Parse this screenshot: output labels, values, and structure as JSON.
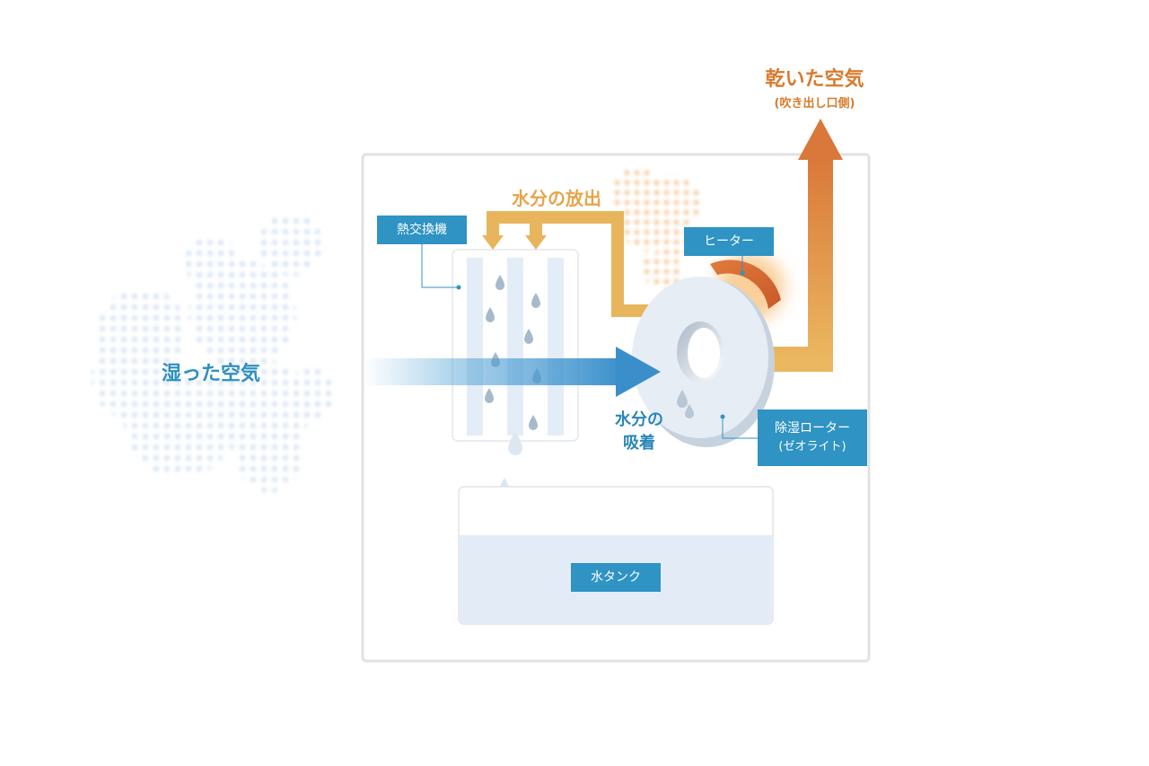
{
  "labels": {
    "dry_air": "乾いた空気",
    "dry_air_sub": "(吹き出し口側)",
    "water_release": "水分の放出",
    "humid_air": "湿った空気",
    "water_absorb_line1": "水分の",
    "water_absorb_line2": "吸着"
  },
  "tags": {
    "heat_exchanger": "熱交換機",
    "heater": "ヒーター",
    "rotor_line1": "除湿ローター",
    "rotor_line2": "(ゼオライト)",
    "water_tank": "水タンク"
  },
  "colors": {
    "tag_blue": "#2f93c4",
    "orange_dark": "#d97a2c",
    "orange_light": "#e8b55c",
    "humid_blue": "#2f8fbf"
  }
}
